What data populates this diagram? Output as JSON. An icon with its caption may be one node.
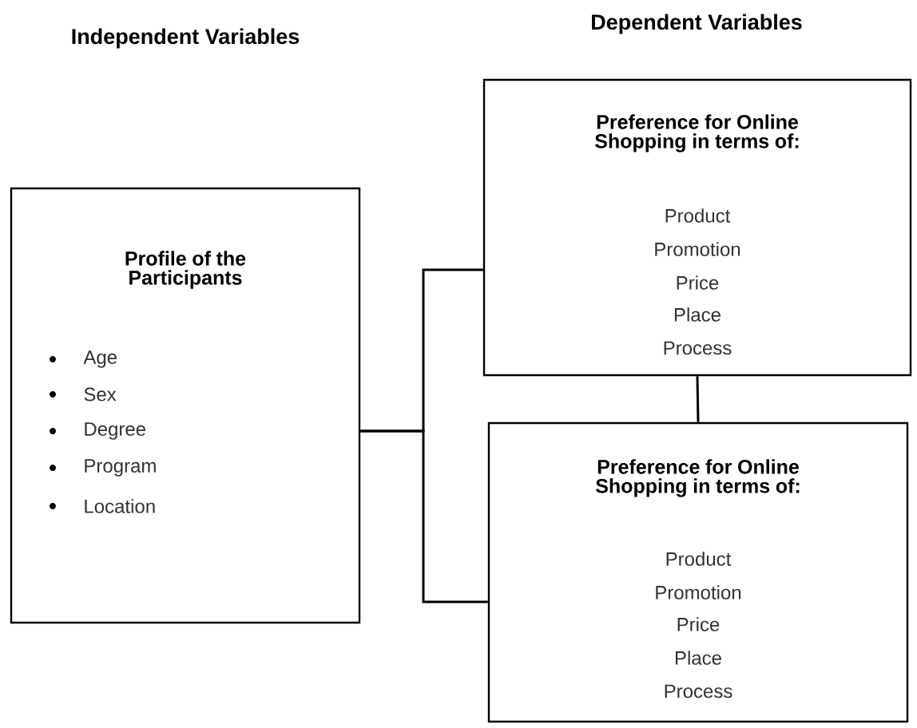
{
  "diagram": {
    "nodes": [
      {
        "text": [
          "Profile of the Participants",
          "Age",
          "Sex",
          "Degree",
          "Program",
          "Location"
        ]
      },
      {
        "text": [
          "Preference for Online Shopping in terms of:",
          "Product",
          "Promotion",
          "Price",
          "Place",
          "Process"
        ]
      },
      {
        "text": [
          "Preference for Online Shopping in terms of:",
          "Product",
          "Promotion",
          "Price",
          "Place",
          "Process"
        ]
      }
    ],
    "edges": [
      {
        "from": 0,
        "to": 1,
        "arrow": "none"
      },
      {
        "from": 0,
        "to": 2,
        "arrow": "none"
      },
      {
        "from": 1,
        "to": 2,
        "arrow": "none"
      }
    ],
    "labels": [
      "Independent Variables",
      "Dependent Variables"
    ]
  }
}
